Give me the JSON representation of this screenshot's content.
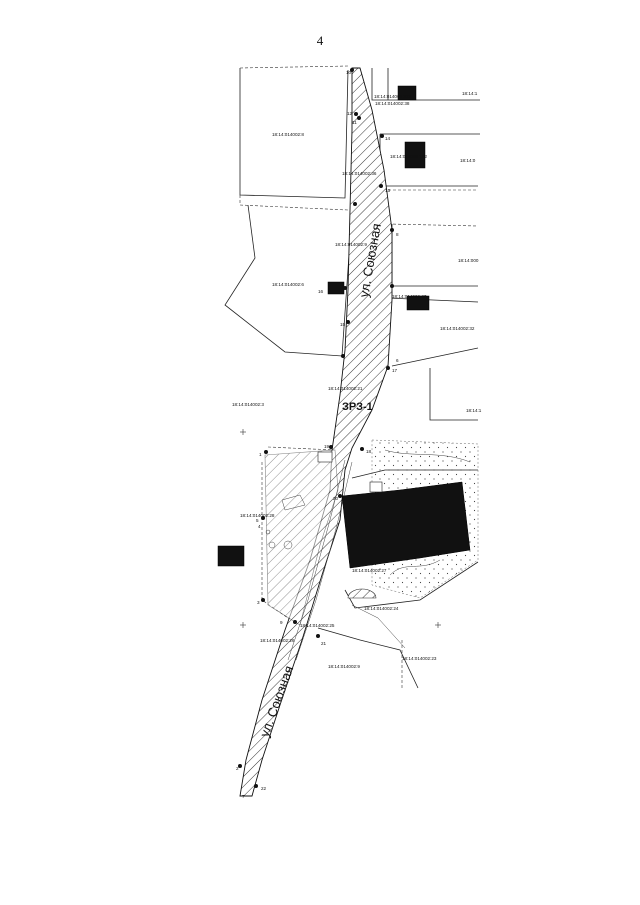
{
  "page": {
    "number": "4"
  },
  "map": {
    "zone_label": "ЗРЗ-1",
    "street_labels": [
      "ул. Союзная",
      "ул. Союзная"
    ],
    "parcel_labels": [
      "18:14:014002:8",
      "18:14:014002:213",
      "18:14:014002:38",
      "18:14:014002:102",
      "18:14:014002:36",
      "18:14:014002:6",
      "18:14:014002:9",
      "18:14:014002:37",
      "18:14:014002:32",
      "18:14:014002:3",
      "18:14:014002:28",
      "18:14:014002:27",
      "18:14:014002:24",
      "18:14:014002:25",
      "18:14:014002:23",
      "18:14:014002:9",
      "18:14:014002:26",
      "18:14:1",
      "18:14:0",
      "18:14:000",
      "18:14:014002:21",
      "18:14:1"
    ],
    "point_labels": [
      "10",
      "12",
      "11",
      "14",
      "13",
      "8",
      "16",
      "15",
      "6",
      "17",
      "18",
      "19",
      "20",
      "21",
      "22",
      "7",
      "5",
      "4",
      "9",
      "3",
      "1",
      "2"
    ]
  }
}
